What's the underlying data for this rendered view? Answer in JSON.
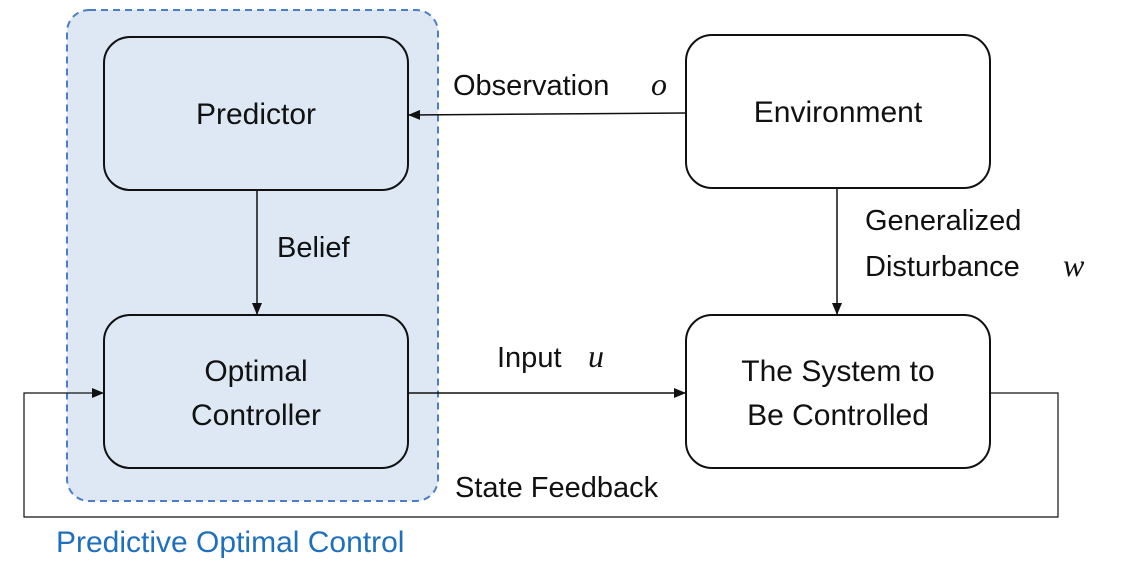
{
  "group": {
    "title": "Predictive Optimal Control",
    "fill_color": "#dde8f4",
    "border_color": "#4a7fc8",
    "title_color": "#1f6fbf"
  },
  "nodes": {
    "predictor": {
      "label": "Predictor"
    },
    "controller": {
      "line1": "Optimal",
      "line2": "Controller"
    },
    "environment": {
      "label": "Environment"
    },
    "system": {
      "line1": "The System to",
      "line2": "Be Controlled"
    }
  },
  "edges": {
    "observation": {
      "text": "Observation",
      "symbol": "o"
    },
    "belief": {
      "text": "Belief"
    },
    "disturbance": {
      "line1": "Generalized",
      "line2": "Disturbance",
      "symbol": "w"
    },
    "input": {
      "text": "Input",
      "symbol": "u"
    },
    "feedback": {
      "text": "State Feedback"
    }
  }
}
